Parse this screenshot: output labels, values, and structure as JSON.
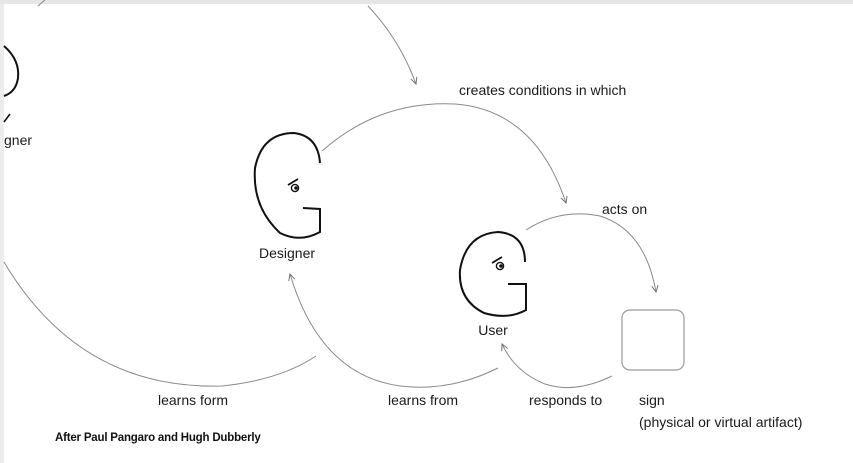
{
  "diagram": {
    "nodes": {
      "designer_outer": "gner",
      "designer": "Designer",
      "user": "User",
      "sign": "sign",
      "sign_detail": "(physical or virtual artifact)"
    },
    "edges": {
      "creates_conditions": "creates conditions in which",
      "acts_on": "acts on",
      "responds_to": "responds to",
      "learns_from": "learns from",
      "learns_form": "learns form"
    }
  },
  "credit": "After Paul Pangaro and Hugh Dubberly",
  "colors": {
    "line": "#8a8a8a",
    "face": "#111111",
    "sign_border": "#9a9a9a"
  }
}
